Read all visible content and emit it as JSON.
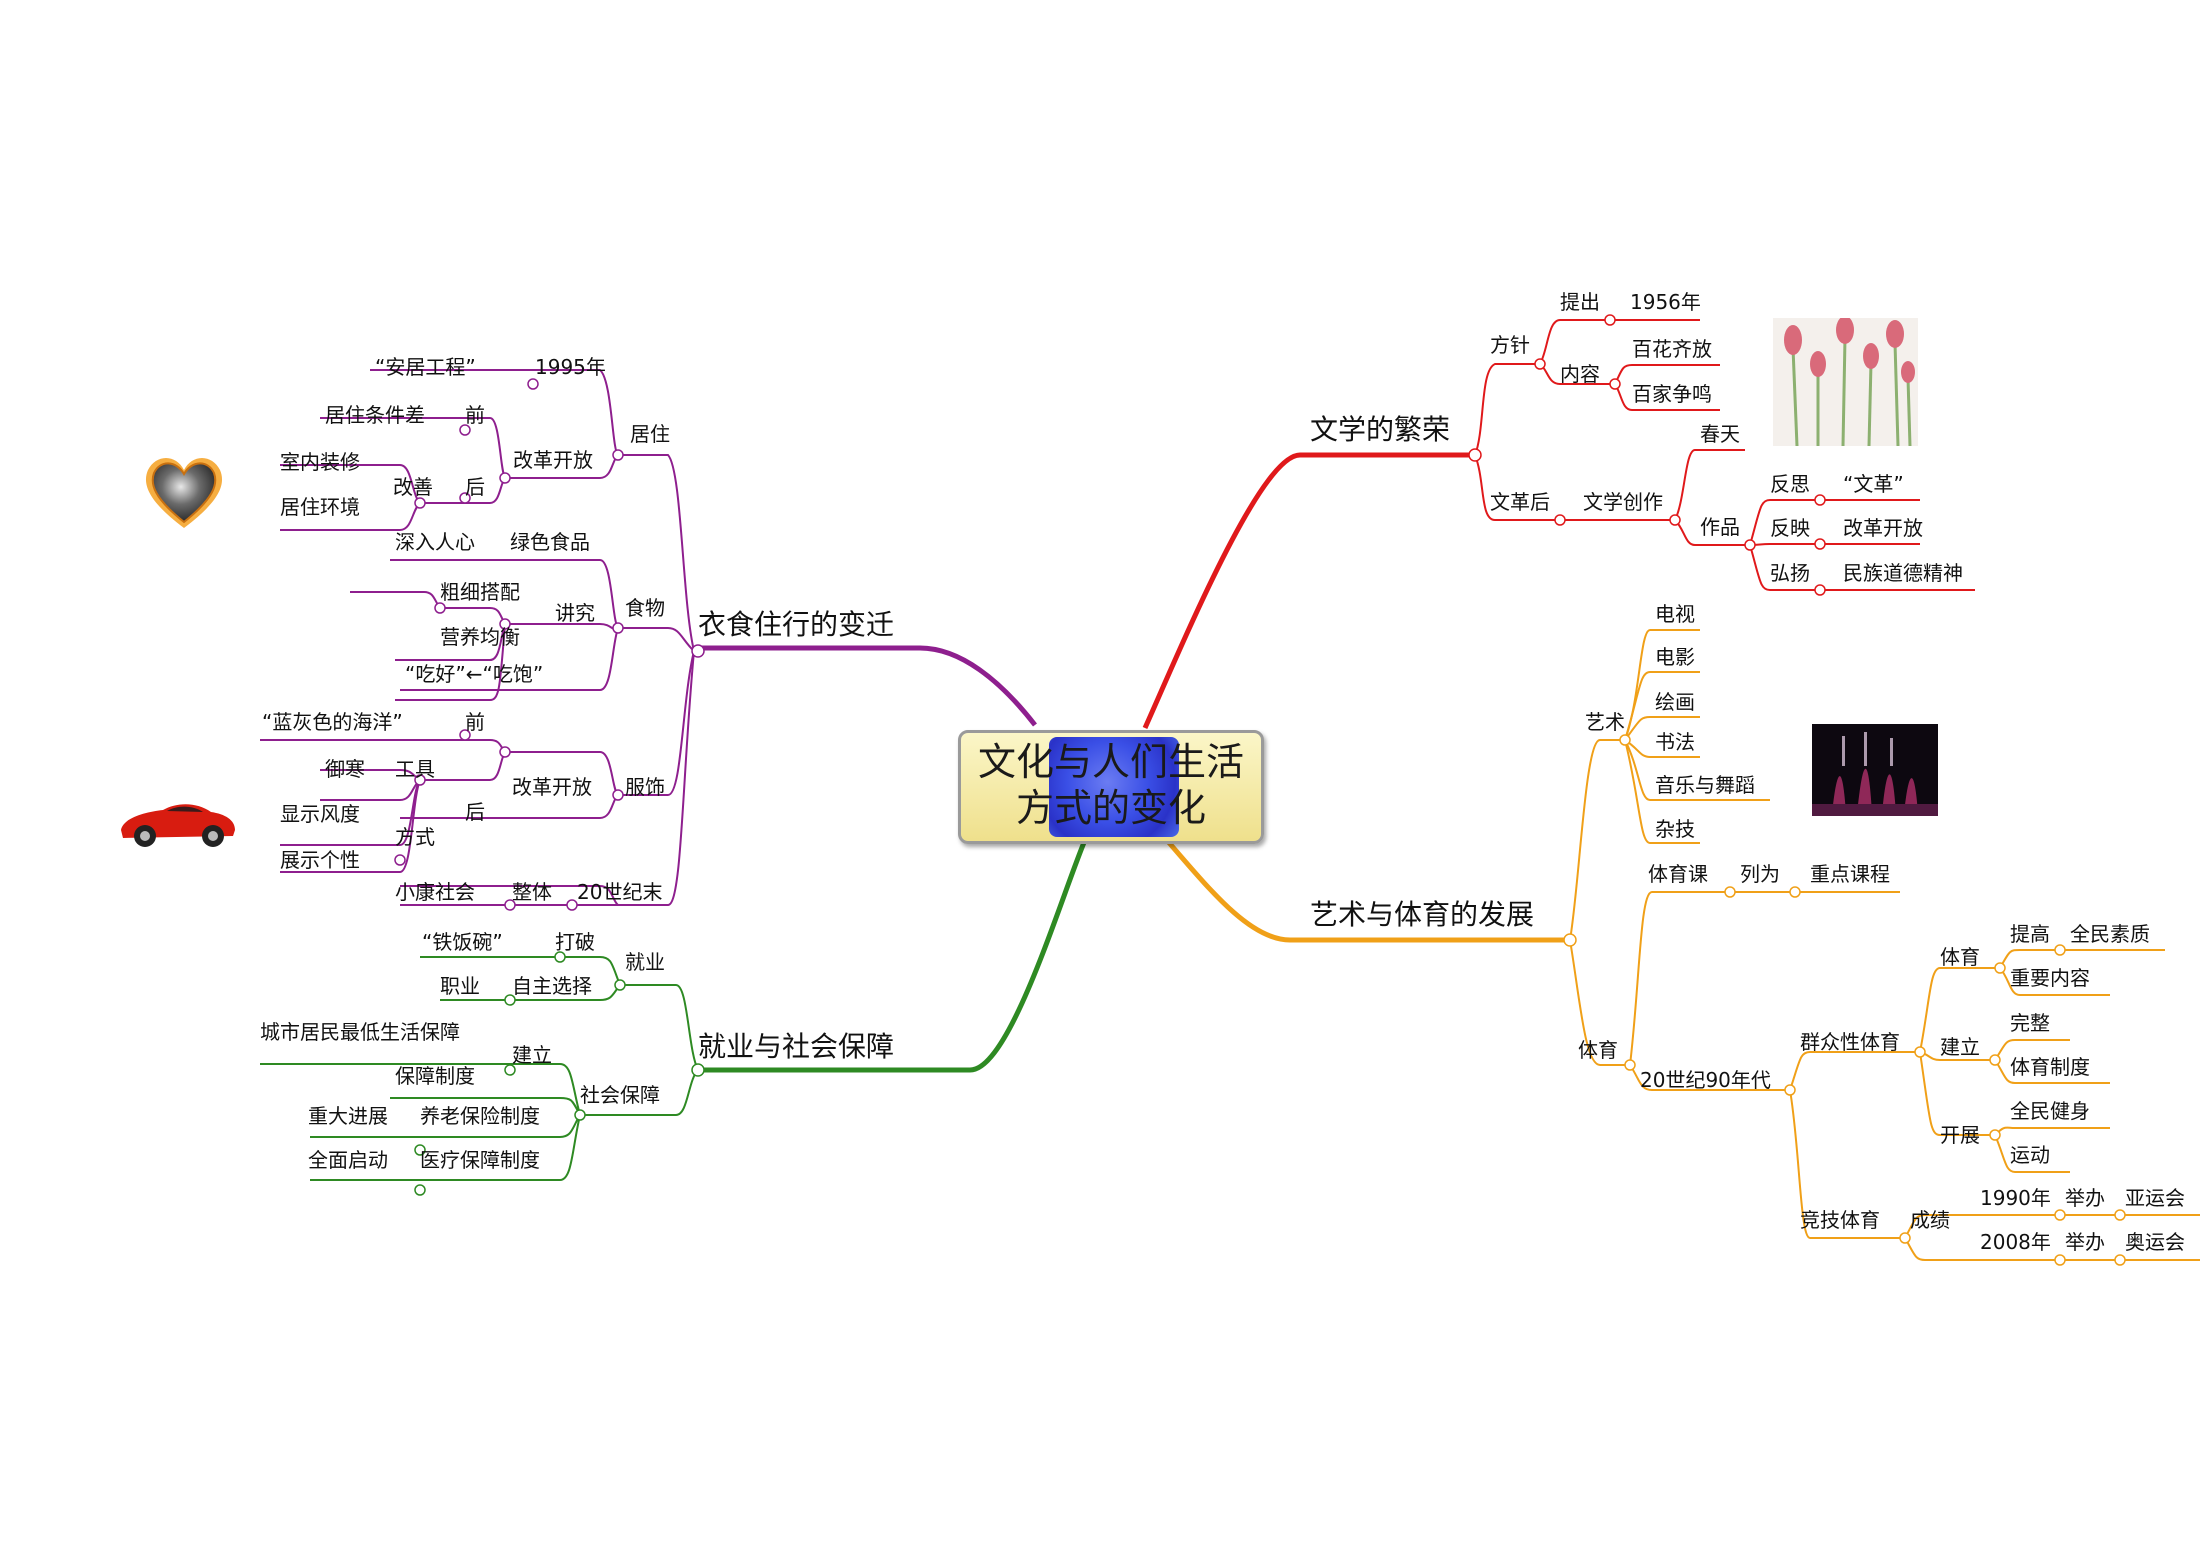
{
  "center": {
    "line1": "文化与人们生活",
    "line2": "方式的变化"
  },
  "colors": {
    "purple": "#8e1f8e",
    "red": "#e0191b",
    "green": "#2e8a23",
    "orange": "#f0a018"
  },
  "branches": {
    "clothing": {
      "title": "衣食住行的变迁",
      "housing": {
        "label": "居住",
        "year": "1995年",
        "project": "“安居工程”",
        "reform": "改革开放",
        "before": "前",
        "before_text": "居住条件差",
        "after": "后",
        "improve": "改善",
        "improve_items": [
          "室内装修",
          "居住环境"
        ]
      },
      "food": {
        "label": "食物",
        "green_food": "绿色食品",
        "deep": "深入人心",
        "attention": "讲究",
        "attention_items": [
          "粗细搭配",
          "营养均衡"
        ],
        "shift": "“吃好”←“吃饱”"
      },
      "apparel": {
        "label": "服饰",
        "reform": "改革开放",
        "before": "前",
        "before_text": "“蓝灰色的海洋”",
        "after": "后",
        "tool": "工具",
        "tool_text": "御寒",
        "way": "方式",
        "way_items": [
          "显示风度",
          "展示个性"
        ]
      },
      "end_century": {
        "label": "20世纪末",
        "whole": "整体",
        "whole_text": "小康社会"
      }
    },
    "employment": {
      "title": "就业与社会保障",
      "job": {
        "label": "就业",
        "break": "打破",
        "break_text": "“铁饭碗”",
        "choose": "自主选择",
        "choose_text": "职业"
      },
      "security": {
        "label": "社会保障",
        "build": "建立",
        "build_items": [
          "城市居民最低生活保障",
          "保障制度"
        ],
        "pension": "养老保险制度",
        "pension_text": "重大进展",
        "medical": "医疗保障制度",
        "medical_text": "全面启动"
      }
    },
    "literature": {
      "title": "文学的繁荣",
      "policy": {
        "label": "方针",
        "propose": "提出",
        "year": "1956年",
        "content": "内容",
        "items": [
          "百花齐放",
          "百家争鸣"
        ]
      },
      "after_cr": {
        "label": "文革后",
        "creation": "文学创作",
        "spring": "春天",
        "works": "作品",
        "rows": [
          [
            "反思",
            "“文革”"
          ],
          [
            "反映",
            "改革开放"
          ],
          [
            "弘扬",
            "民族道德精神"
          ]
        ]
      }
    },
    "arts": {
      "title": "艺术与体育的发展",
      "art": {
        "label": "艺术",
        "items": [
          "电视",
          "电影",
          "绘画",
          "书法",
          "音乐与舞蹈",
          "杂技"
        ]
      },
      "sports": {
        "label": "体育",
        "pe": {
          "label": "体育课",
          "rank": "列为",
          "key": "重点课程"
        },
        "nineties": {
          "label": "20世纪90年代",
          "mass": {
            "label": "群众性体育",
            "pe": {
              "label": "体育",
              "raise": "提高",
              "quality": "全民素质",
              "important": "重要内容"
            },
            "build": {
              "label": "建立",
              "complete": "完整",
              "system": "体育制度"
            },
            "carry": {
              "label": "开展",
              "fitness": "全民健身",
              "movement": "运动"
            }
          },
          "compet": {
            "label": "竞技体育",
            "result": "成绩",
            "rows": [
              {
                "year": "1990年",
                "host": "举办",
                "event": "亚运会"
              },
              {
                "year": "2008年",
                "host": "举办",
                "event": "奥运会"
              }
            ]
          }
        }
      }
    }
  },
  "images": {
    "heart": "heart-icon",
    "car": "car-icon",
    "tulips": "tulip-photo",
    "fountain": "fountain-photo"
  }
}
